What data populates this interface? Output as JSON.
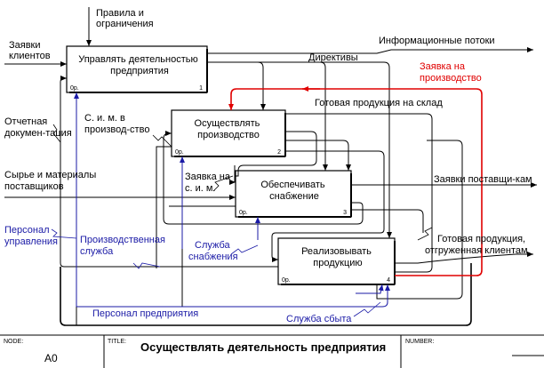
{
  "diagram": {
    "boxes": [
      {
        "id": "manage",
        "title_lines": [
          "Управлять деятельностью",
          "предприятия"
        ],
        "cost": "0р.",
        "number": "1"
      },
      {
        "id": "produce",
        "title_lines": [
          "Осуществлять",
          "производство"
        ],
        "cost": "0р.",
        "number": "2"
      },
      {
        "id": "supply",
        "title_lines": [
          "Обеспечивать",
          "снабжение"
        ],
        "cost": "0р.",
        "number": "3"
      },
      {
        "id": "sell",
        "title_lines": [
          "Реализовывать",
          "продукцию"
        ],
        "cost": "0р.",
        "number": "4"
      }
    ],
    "arrows": {
      "rules": [
        "Правила и",
        "ограничения"
      ],
      "client_requests": [
        "Заявки",
        "клиентов"
      ],
      "info_flows": "Информационные потоки",
      "directives": "Директивы",
      "production_request": [
        "Заявка на",
        "производство"
      ],
      "finished_to_warehouse": "Готовая продукция на склад",
      "reporting": [
        "Отчетная",
        "докумен-тация"
      ],
      "smp_to_production": [
        "С. и. м. в",
        "производ-ство"
      ],
      "raw_materials": [
        "Сырье и материалы",
        "поставщиков"
      ],
      "request_smp": [
        "Заявка на",
        "с. и. м."
      ],
      "supplier_requests": "Заявки поставщи-кам",
      "mgmt_staff": [
        "Персонал",
        "управления"
      ],
      "production_service": [
        "Производственная",
        "служба"
      ],
      "supply_service": [
        "Служба",
        "снабжения"
      ],
      "shipped_products": [
        "Готовая продукция,",
        "отгруженная клиентам"
      ],
      "enterprise_staff": "Персонал предприятия",
      "sales_service": "Служба сбыта"
    }
  },
  "footer": {
    "node_label": "NODE:",
    "node_value": "A0",
    "title_label": "TITLE:",
    "title_value": "Осуществлять деятельность предприятия",
    "number_label": "NUMBER:"
  },
  "colors": {
    "line": "#000000",
    "mechanism": "#1a1aa6",
    "highlight": "#e00000"
  }
}
